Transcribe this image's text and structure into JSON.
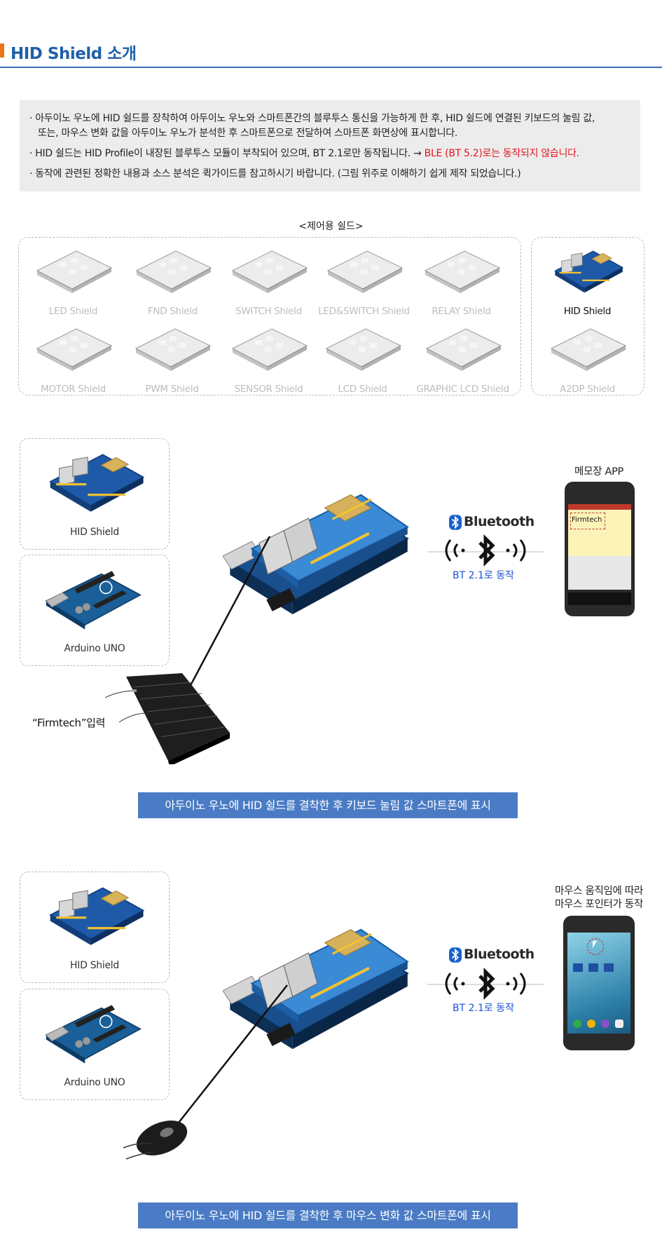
{
  "header": {
    "title": "HID Shield 소개"
  },
  "intro": {
    "bullets": [
      {
        "line1": "· 아두이노 우노에 HID 쉴드를 장착하여 아두이노 우노와 스마트폰간의 블루투스 통신을 가능하게 한 후, HID 쉴드에 연결된 키보드의 눌림 값,",
        "line2": "또는, 마우스 변화 값을 아두이노 우노가 분석한 후 스마트폰으로 전달하여 스마트폰 화면상에 표시합니다."
      },
      {
        "text": "· HID 쉴드는 HID Profile이 내장된 블루투스 모듈이 부착되어 있으며, BT 2.1로만 동작됩니다. → ",
        "warn": "BLE (BT 5.2)로는 동작되지 않습니다."
      },
      {
        "text": "· 동작에 관련된 정확한 내용과 소스 분석은  퀵가이드를 참고하시기 바랍니다.  (그림 위주로 이해하기 쉽게 제작 되었습니다.)"
      }
    ]
  },
  "catalog": {
    "title": "<제어용 쉴드>",
    "row1": [
      "LED Shield",
      "FND Shield",
      "SWITCH Shield",
      "LED&SWITCH Shield",
      "RELAY Shield"
    ],
    "row2": [
      "MOTOR Shield",
      "PWM Shield",
      "SENSOR Shield",
      "LCD Shield",
      "GRAPHIC LCD Shield"
    ],
    "side": [
      "HID Shield",
      "A2DP Shield"
    ]
  },
  "diagram1": {
    "card_top": "HID Shield",
    "card_bottom": "Arduino UNO",
    "input_label": "“Firmtech”입력",
    "bluetooth": "Bluetooth",
    "bt_version": "BT 2.1로 동작",
    "phone_title": "메모장 APP",
    "phone_text": "Firmtech",
    "caption": "아두이노 우노에 HID 쉴드를 결착한 후 키보드 눌림 값 스마트폰에 표시"
  },
  "diagram2": {
    "card_top": "HID Shield",
    "card_bottom": "Arduino UNO",
    "bluetooth": "Bluetooth",
    "bt_version": "BT 2.1로 동작",
    "phone_title_1": "마우스 움직임에 따라",
    "phone_title_2": "마우스 포인터가 동작",
    "caption": "아두이노 우노에 HID 쉴드를 결착한 후 마우스 변화 값 스마트폰에 표시"
  },
  "colors": {
    "accent": "#e8751a",
    "title": "#1f5fa8",
    "caption_bg": "#4a7bc4",
    "warning": "#e0161e",
    "bt_version": "#1c52d6"
  }
}
